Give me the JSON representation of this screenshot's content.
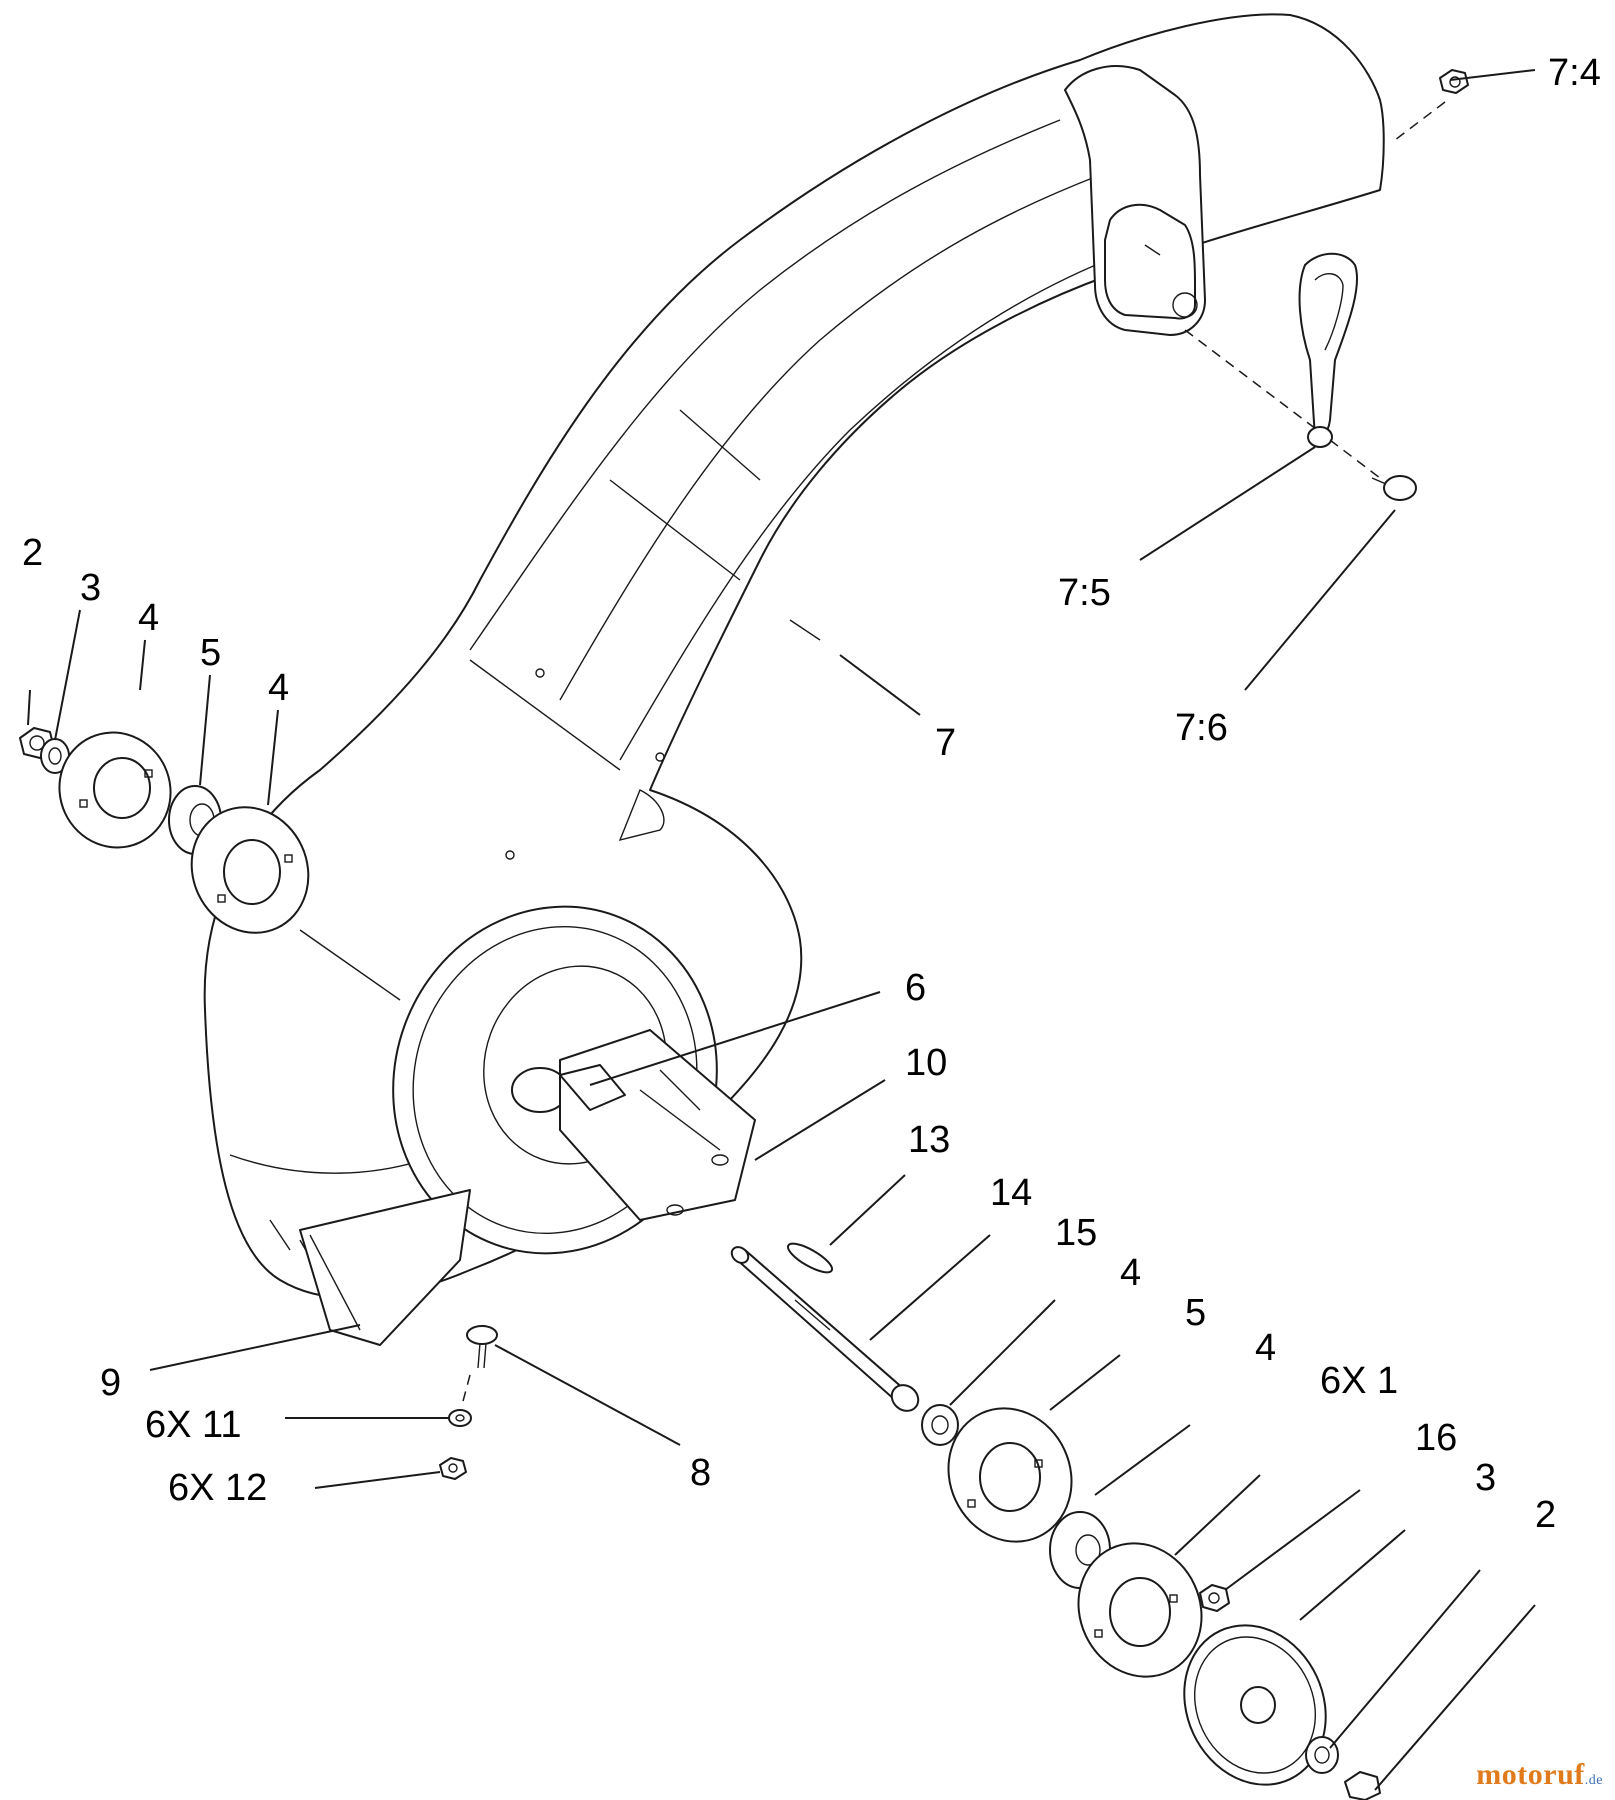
{
  "diagram": {
    "callouts": {
      "c2_left": "2",
      "c3_left": "3",
      "c4_left_a": "4",
      "c5_left": "5",
      "c4_left_b": "4",
      "c7": "7",
      "c74": "7:4",
      "c75": "7:5",
      "c76": "7:6",
      "c6": "6",
      "c10": "10",
      "c13": "13",
      "c14": "14",
      "c15": "15",
      "c4_right_a": "4",
      "c5_right": "5",
      "c4_right_b": "4",
      "c6x1": "6X 1",
      "c16": "16",
      "c3_right": "3",
      "c2_right": "2",
      "c9": "9",
      "c6x11": "6X 11",
      "c6x12": "6X 12",
      "c8": "8"
    }
  },
  "watermark": {
    "main": "motoruf",
    "tld": ".de"
  }
}
